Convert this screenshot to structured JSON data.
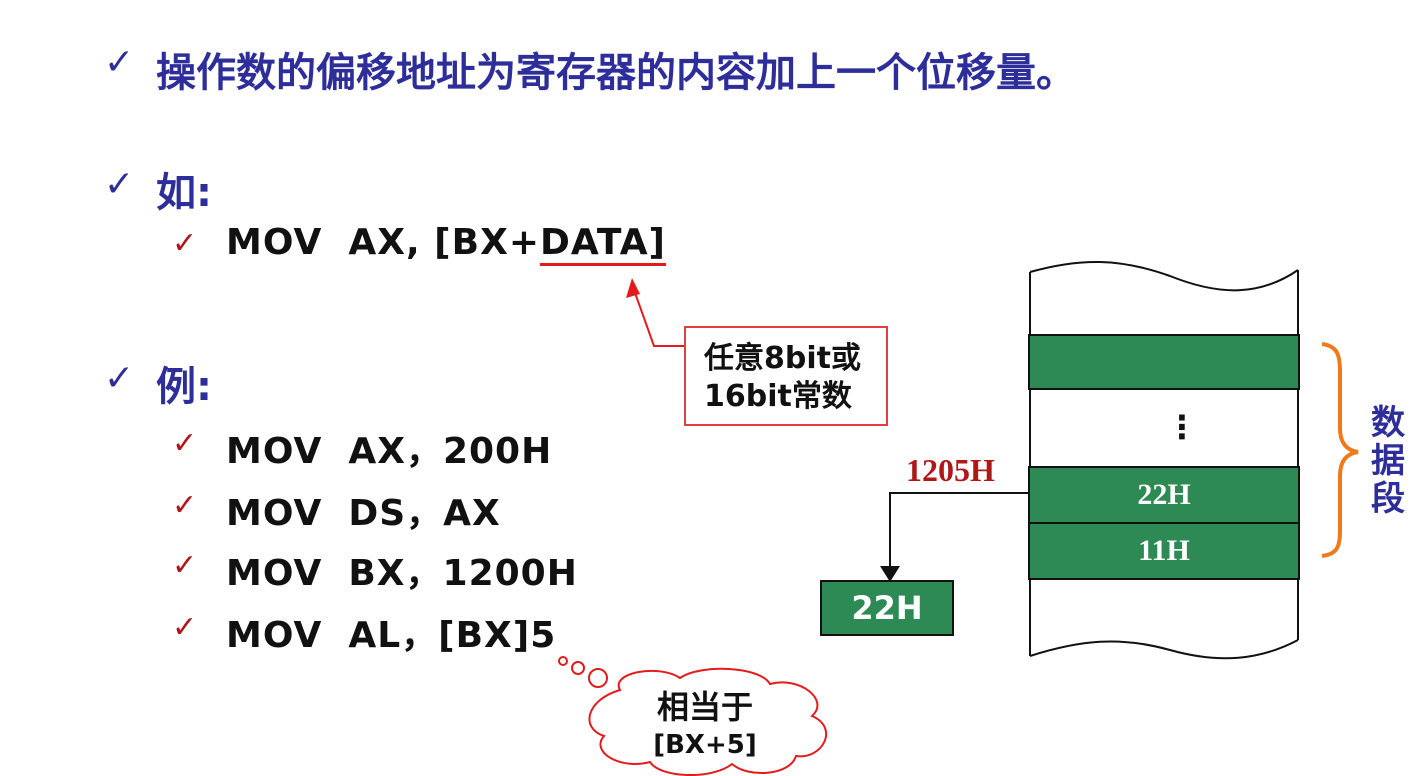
{
  "title": "操作数的偏移地址为寄存器的内容加上一个位移量。",
  "bullet_symbol": "✓",
  "example1": {
    "heading": "如:",
    "code": {
      "op": "MOV",
      "dst": "AX,",
      "src_a": "[BX+",
      "src_b": "DATA]"
    }
  },
  "callout": {
    "line1": "任意8bit或",
    "line2": "16bit常数"
  },
  "example2": {
    "heading": "例:",
    "lines": [
      {
        "op": "MOV",
        "args": "AX，200H"
      },
      {
        "op": "MOV",
        "args": "DS，AX"
      },
      {
        "op": "MOV",
        "args": "BX，1200H"
      },
      {
        "op": "MOV",
        "args": "AL，[BX]5"
      }
    ]
  },
  "cloud": {
    "line1": "相当于",
    "line2": "[BX+5]"
  },
  "memory": {
    "address": "1205H",
    "dots": "⋮",
    "cell_a": "22H",
    "cell_b": "11H",
    "segment_label": "数据段"
  },
  "register_value": "22H",
  "colors": {
    "heading": "#2e2e9a",
    "check_small": "#b01818",
    "cell": "#2e8a55",
    "address": "#b01818",
    "brace": "#f07a1a",
    "callout_border": "#e04040"
  }
}
